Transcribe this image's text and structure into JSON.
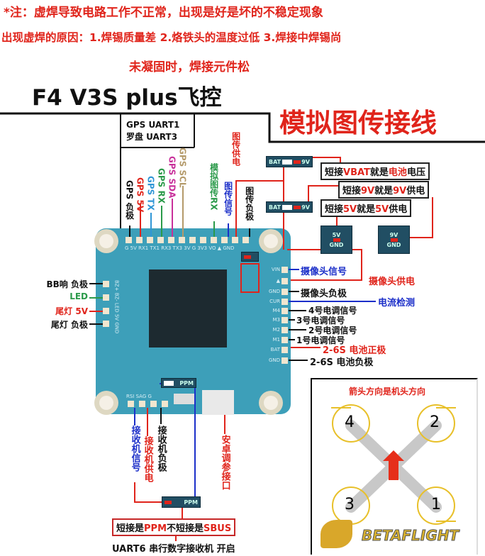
{
  "notes": {
    "line1": "*注：虚焊导致电路工作不正常，出现是好是坏的不稳定现象",
    "line2": "出现虚焊的原因：1.焊锡质量差   2.烙铁头的温度过低   3.焊接中焊锡尚",
    "line3": "未凝固时，焊接元件松"
  },
  "title": "F4 V3S plus飞控",
  "section_title": "模拟图传接线",
  "gps_box": {
    "line1": "GPS  UART1",
    "line2": "罗盘  UART3"
  },
  "top_pins": [
    "GPS 负极",
    "GPS 5V",
    "GPS TX",
    "GPS RX",
    "GPS SDA",
    "GPS SCL",
    "模拟图传RX",
    "图传信号",
    "图传供电",
    "图传负极"
  ],
  "jumpers": {
    "bat": "BAT",
    "v9": "9V",
    "v5": "5V",
    "gnd": "GND",
    "ppm": "PPM"
  },
  "jumper_notes": [
    "短接",
    "VBAT",
    "就是",
    "电池",
    "电压",
    "短接",
    "9V",
    "就是",
    "9V",
    "供电",
    "短接",
    "5V",
    "就是",
    "5V",
    "供电"
  ],
  "right_pins": [
    "摄像头信号",
    "摄像头供电",
    "摄像头负极",
    "电流检测",
    "4号电调信号",
    "3号电调信号",
    "2号电调信号",
    "1号电调信号",
    "2-6S 电池正极",
    "2-6S 电池负极"
  ],
  "board_pads": {
    "top": "G 5V RX1 TX1 RX3 TX3 3V G 3V3 VO ▲ GND",
    "right": [
      "VIN",
      "▲",
      "GND",
      "CUR",
      "M4",
      "M3",
      "M2",
      "M1",
      "BAT",
      "GND"
    ],
    "left": "BZ+ BZ- LED 5V GND",
    "bottom": "RSI SAG G"
  },
  "left_pins": [
    "BB响 负极",
    "LED",
    "尾灯 5V",
    "尾灯 负极"
  ],
  "bottom_pins": [
    "接收机信号",
    "接收机供电",
    "接收机负极",
    "安卓调参接口"
  ],
  "ppm_note": {
    "a": "短接是",
    "b": "PPM",
    "c": "不短接是",
    "d": "SBUS"
  },
  "uart6": "UART6 串行数字接收机 开启",
  "motor_diagram": {
    "title": "箭头方向是机头方向",
    "motors": [
      "4",
      "2",
      "3",
      "1"
    ],
    "logo": "BETAFLIGHT"
  },
  "colors": {
    "board": "#3d9fb9",
    "red": "#e0241b",
    "blue": "#1c2fc9"
  }
}
